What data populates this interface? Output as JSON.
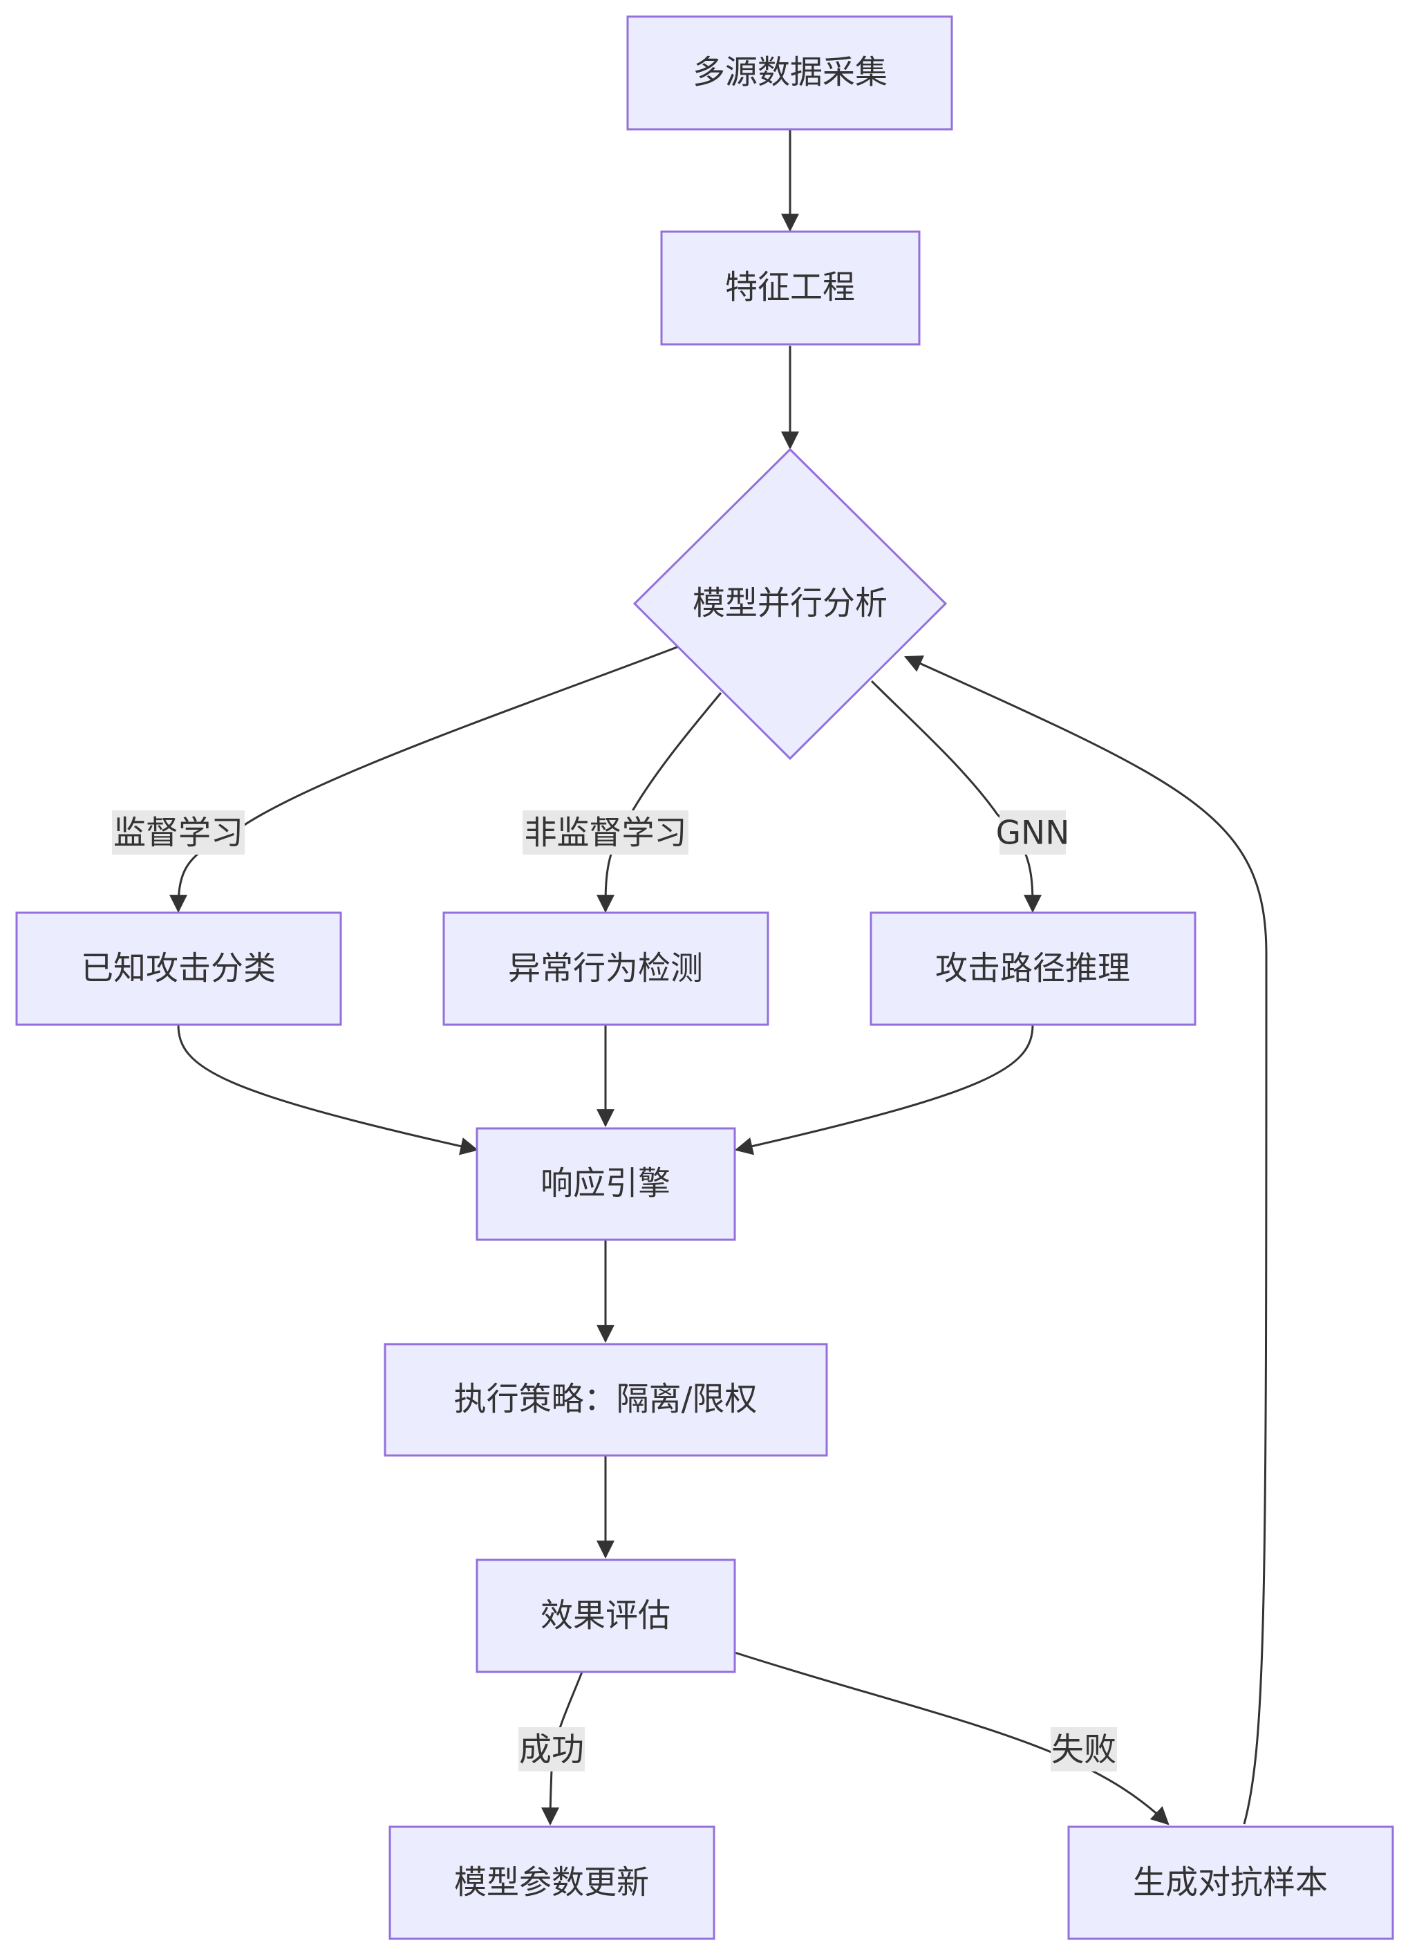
{
  "nodes": {
    "collect": "多源数据采集",
    "feature": "特征工程",
    "parallel": "模型并行分析",
    "known": "已知攻击分类",
    "anomaly": "异常行为检测",
    "path": "攻击路径推理",
    "engine": "响应引擎",
    "policy": "执行策略：隔离/限权",
    "evaluate": "效果评估",
    "update": "模型参数更新",
    "adversarial": "生成对抗样本"
  },
  "edges": {
    "supervised": "监督学习",
    "unsupervised": "非监督学习",
    "gnn": "GNN",
    "success": "成功",
    "failure": "失败"
  },
  "colors": {
    "node_fill": "#ececff",
    "node_stroke": "#9370db",
    "edge": "#333333",
    "label_bg": "#e8e8e8",
    "text": "#333333"
  }
}
